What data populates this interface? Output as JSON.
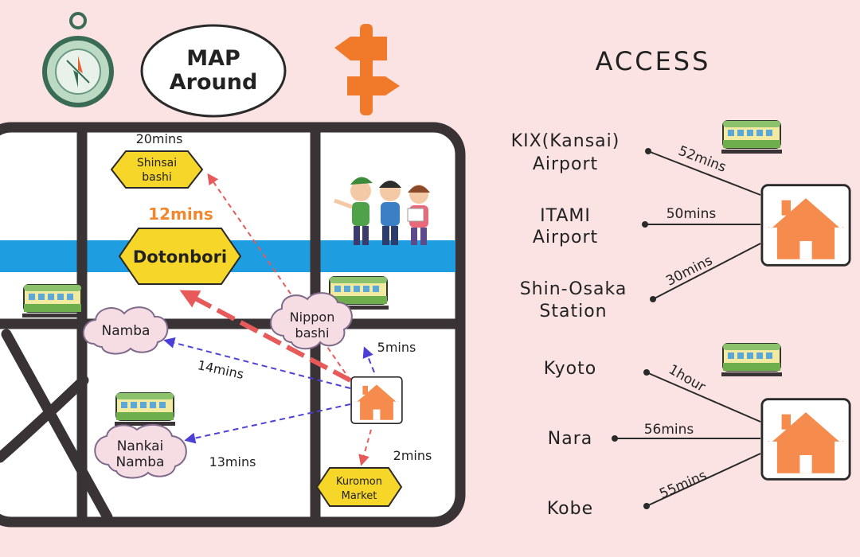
{
  "header": {
    "map_badge_line1": "MAP",
    "map_badge_line2": "Around",
    "access_title": "ACCESS"
  },
  "map": {
    "places": {
      "shinsaibashi": [
        "Shinsai",
        "bashi"
      ],
      "dotonbori": "Dotonbori",
      "namba": "Namba",
      "nipponbashi": [
        "Nippon",
        "bashi"
      ],
      "nankai_namba": [
        "Nankai",
        "Namba"
      ],
      "kuromon_market": [
        "Kuromon",
        "Market"
      ]
    },
    "times": {
      "shinsaibashi": "20mins",
      "dotonbori": "12mins",
      "namba": "14mins",
      "nipponbashi": "5mins",
      "nankai_namba": "13mins",
      "kuromon_market": "2mins"
    },
    "colors": {
      "river": "#1e9ee0",
      "road": "#3a3335",
      "sign_fill": "#f7d62a",
      "route_red": "#e85a5a",
      "route_blue": "#4b3fd6",
      "house": "#f58b4c",
      "dotonbori_time": "#f0892e"
    }
  },
  "access": {
    "group1": [
      {
        "origin": [
          "KIX(Kansai)",
          "Airport"
        ],
        "time": "52mins"
      },
      {
        "origin": [
          "ITAMI",
          "Airport"
        ],
        "time": "50mins"
      },
      {
        "origin": [
          "Shin-Osaka",
          "Station"
        ],
        "time": "30mins"
      }
    ],
    "group2": [
      {
        "origin": [
          "Kyoto"
        ],
        "time": "1hour"
      },
      {
        "origin": [
          "Nara"
        ],
        "time": "56mins"
      },
      {
        "origin": [
          "Kobe"
        ],
        "time": "55mins"
      }
    ]
  },
  "icons": [
    "compass-icon",
    "signpost-icon",
    "train-icon",
    "house-icon",
    "tourists-icon"
  ]
}
